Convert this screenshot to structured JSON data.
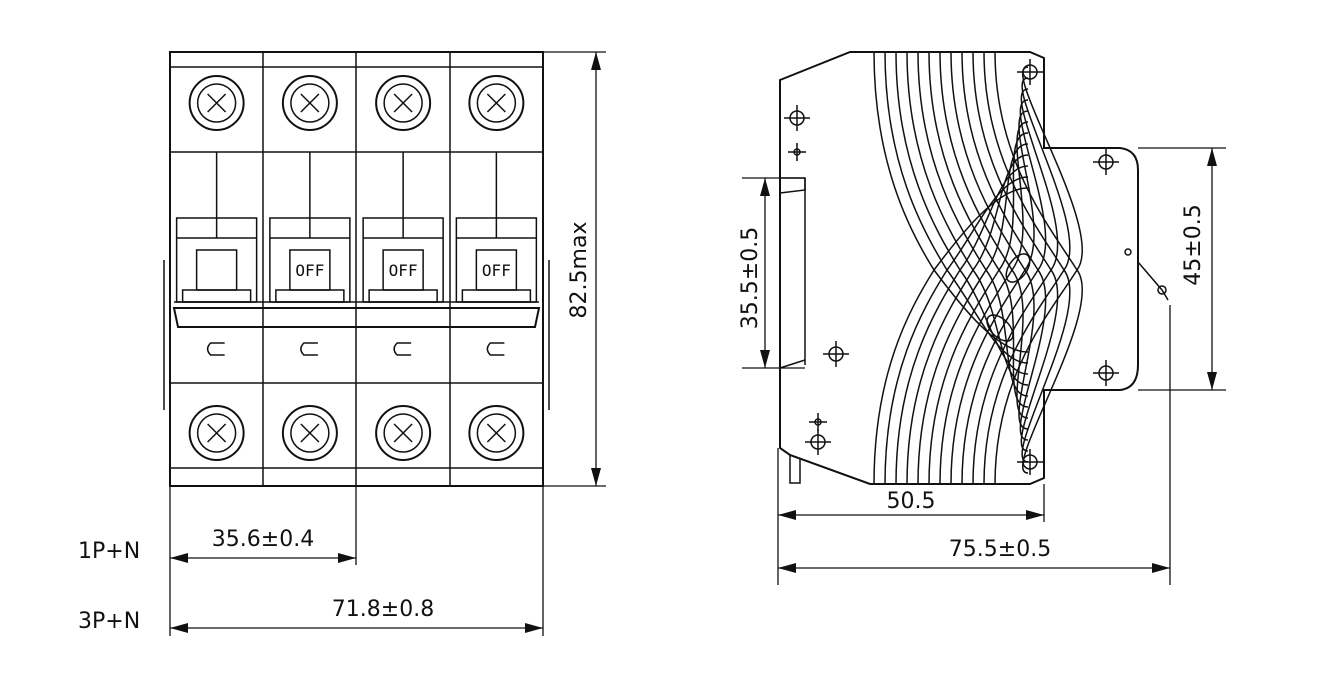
{
  "front_view": {
    "off_label": "OFF",
    "pole_count": 4,
    "labels": {
      "height": "82.5max",
      "width_1p_n": "35.6±0.4",
      "width_3p_n": "71.8±0.8",
      "row_1p_n": "1P+N",
      "row_3p_n": "3P+N"
    }
  },
  "side_view": {
    "labels": {
      "rail_height": "35.5±0.5",
      "front_height": "45±0.5",
      "depth_body": "50.5",
      "depth_total": "75.5±0.5"
    }
  }
}
